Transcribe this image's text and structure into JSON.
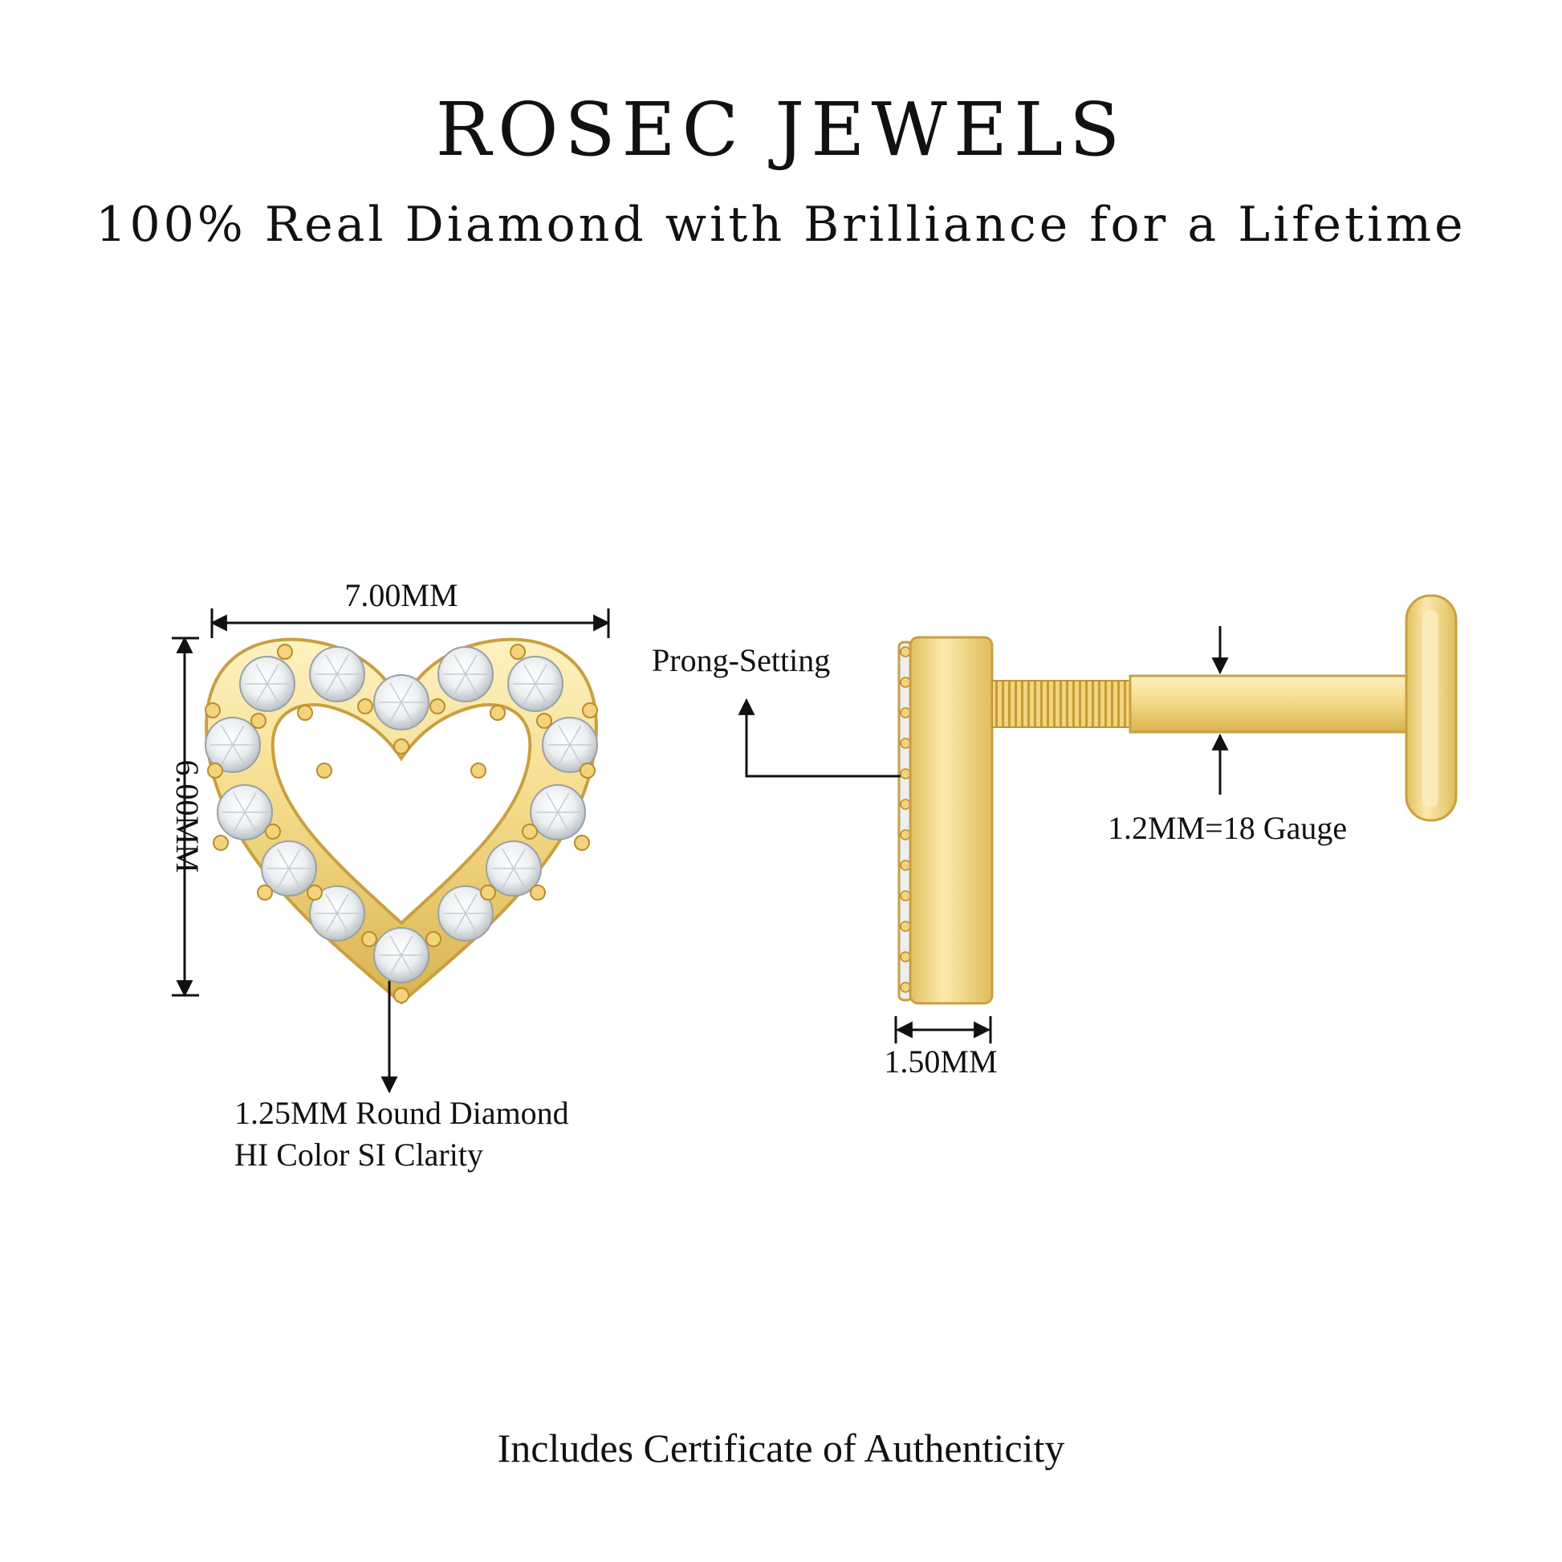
{
  "header": {
    "brand": "ROSEC JEWELS",
    "tagline": "100% Real Diamond with Brilliance for a Lifetime"
  },
  "front_view": {
    "width_label": "7.00MM",
    "height_label": "6.00MM",
    "stone_label_line1": "1.25MM Round Diamond",
    "stone_label_line2": "HI Color SI Clarity"
  },
  "side_view": {
    "setting_label": "Prong-Setting",
    "gauge_label": "1.2MM=18 Gauge",
    "thickness_label": "1.50MM"
  },
  "footer": {
    "certificate_text": "Includes Certificate of Authenticity"
  },
  "colors": {
    "gold": "#f4dc8c",
    "gold_dark": "#d9b34f",
    "ink": "#111111"
  }
}
